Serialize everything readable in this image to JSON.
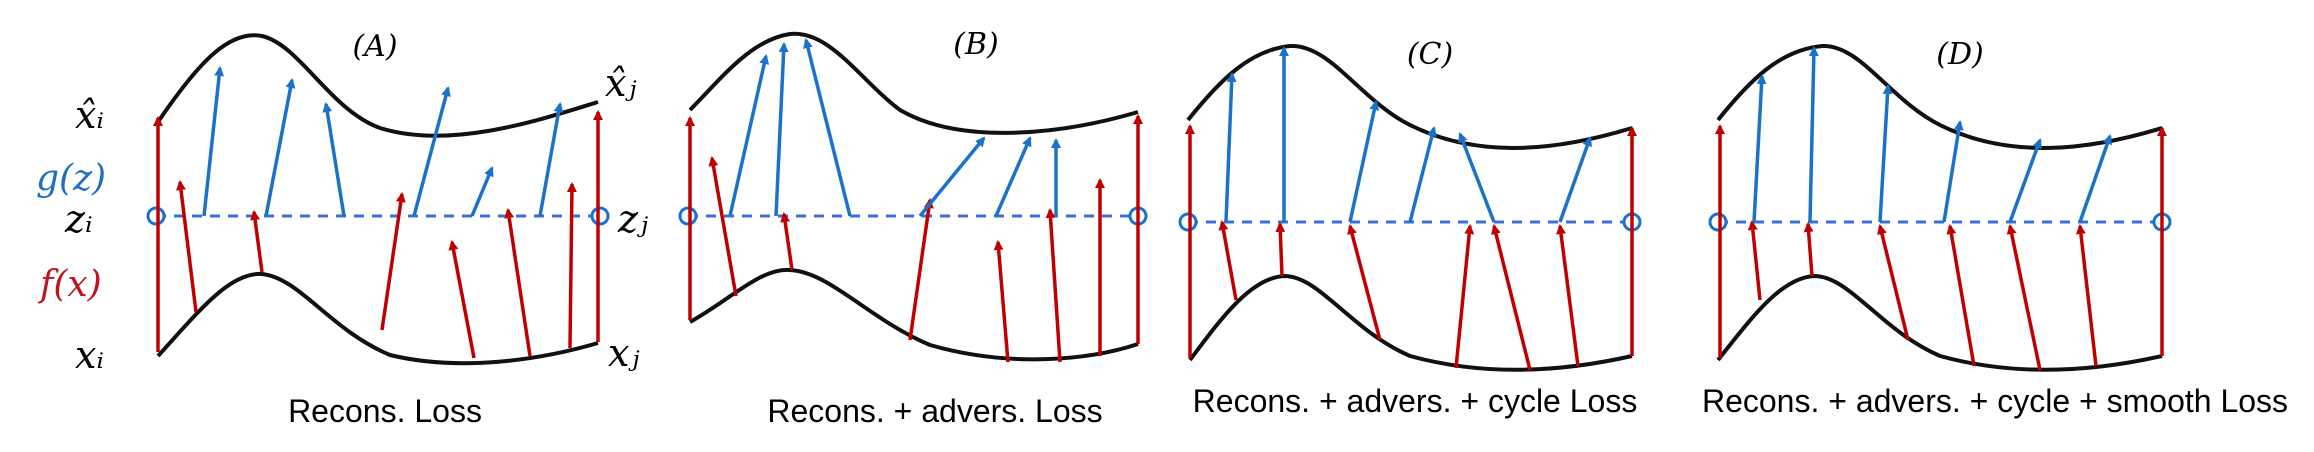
{
  "axis_labels": {
    "x_hat_i": "x̂ᵢ",
    "x_hat_j": "x̂ⱼ",
    "g_z": "g(z)",
    "z_i": "zᵢ",
    "z_j": "zⱼ",
    "f_x": "f(x)",
    "x_i": "xᵢ",
    "x_j": "xⱼ"
  },
  "panels": [
    {
      "label": "(A)",
      "caption": "Recons. Loss"
    },
    {
      "label": "(B)",
      "caption": "Recons. + advers. Loss"
    },
    {
      "label": "(C)",
      "caption": "Recons. + advers. + cycle Loss"
    },
    {
      "label": "(D)",
      "caption": "Recons. + advers. + cycle + smooth Loss"
    }
  ],
  "colors": {
    "curve": "#111111",
    "encoder_arrow": "#c00000",
    "decoder_arrow": "#1a73c8",
    "latent_line": "#3a6fd8",
    "g_label": "#1f6fbf",
    "f_label": "#c0141c"
  }
}
